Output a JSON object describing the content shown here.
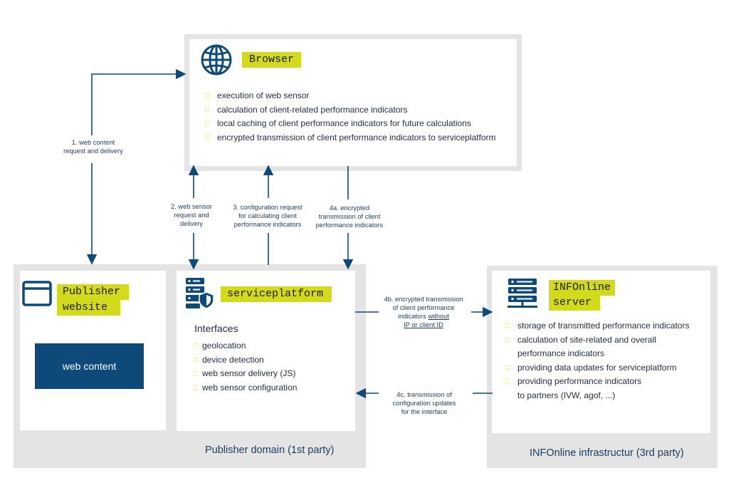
{
  "browser": {
    "title": "Browser",
    "items": [
      "execution of web sensor",
      "calculation of client-related performance indicators",
      "local caching of client performance indicators for future calculations",
      "encrypted transmission of client performance indicators to serviceplatform"
    ]
  },
  "publisher": {
    "title_line1": "Publisher",
    "title_line2": "website",
    "content_label": "web content"
  },
  "serviceplatform": {
    "title": "serviceplatform",
    "interfaces_heading": "Interfaces",
    "items": [
      "geolocation",
      "device detection",
      "web sensor delivery (JS)",
      "web sensor configuration"
    ]
  },
  "infonline": {
    "title_line1": "INFOnline",
    "title_line2": "server",
    "items": [
      "storage of transmitted performance indicators",
      "calculation of site-related and overall",
      "performance indicators",
      "providing data updates for serviceplatform",
      "providing performance indicators",
      "to partners (IVW, agof, ...)"
    ]
  },
  "domains": {
    "first_party": "Publisher domain (1st party)",
    "third_party": "INFOnline infrastructur (3rd party)"
  },
  "flows": {
    "f1": [
      "1. web content",
      "request and delivery"
    ],
    "f2": [
      "2. web sensor",
      "request and",
      "delivery"
    ],
    "f3": [
      "3. configuration request",
      "for calculating client",
      "performance indicators"
    ],
    "f4a": [
      "4a. encrypted",
      "transmission of client",
      "performance indicators"
    ],
    "f4b": [
      "4b. encrypted transmission",
      "of client performance",
      "indicators",
      "without",
      "IP or client ID"
    ],
    "f4c": [
      "4c. transmission of",
      "configuration updates",
      "for the interface"
    ]
  },
  "colors": {
    "navy": "#0d4a7a",
    "accent_yellow": "#d3da1c",
    "frame_gray": "#e4e4e4"
  },
  "icons": [
    "globe-icon",
    "browser-window-icon",
    "server-shield-icon",
    "server-network-icon"
  ]
}
